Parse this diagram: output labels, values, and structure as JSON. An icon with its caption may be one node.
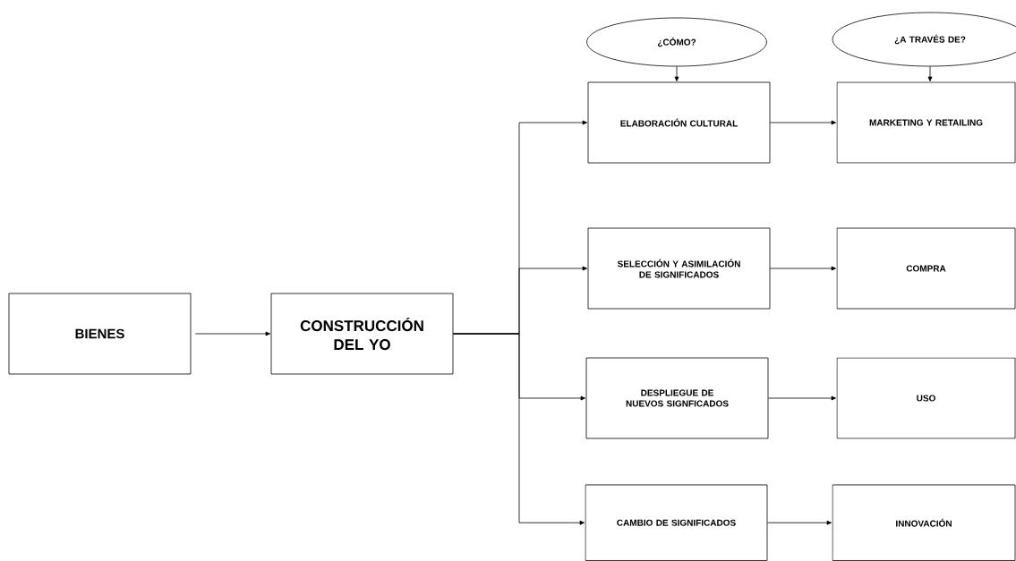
{
  "diagram": {
    "nodes": [
      {
        "text": [
          "BIENES"
        ]
      },
      {
        "text": [
          "CONSTRUCCIÓN DEL YO"
        ]
      },
      {
        "text": [
          "¿CÓMO?"
        ]
      },
      {
        "text": [
          "¿A TRAVÉS DE?"
        ]
      },
      {
        "text": [
          "ELABORACIÓN CULTURAL"
        ]
      },
      {
        "text": [
          "MARKETING Y RETAILING"
        ]
      },
      {
        "text": [
          "SELECCIÓN Y ASIMILACIÓN DE SIGNIFICADOS"
        ]
      },
      {
        "text": [
          "COMPRA"
        ]
      },
      {
        "text": [
          "DESPLIEGUE DE NUEVOS SIGNFICADOS"
        ]
      },
      {
        "text": [
          "USO"
        ]
      },
      {
        "text": [
          "CAMBIO DE SIGNIFICADOS"
        ]
      },
      {
        "text": [
          "INNOVACIÓN"
        ]
      }
    ],
    "edges": [
      {
        "from": 0,
        "to": 1,
        "arrow": "to"
      },
      {
        "from": 1,
        "to": 4,
        "arrow": "to"
      },
      {
        "from": 1,
        "to": 6,
        "arrow": "to"
      },
      {
        "from": 1,
        "to": 8,
        "arrow": "to"
      },
      {
        "from": 1,
        "to": 10,
        "arrow": "to"
      },
      {
        "from": 2,
        "to": 4,
        "arrow": "to"
      },
      {
        "from": 3,
        "to": 5,
        "arrow": "to"
      },
      {
        "from": 4,
        "to": 5,
        "arrow": "to"
      },
      {
        "from": 6,
        "to": 7,
        "arrow": "to"
      },
      {
        "from": 8,
        "to": 9,
        "arrow": "to"
      },
      {
        "from": 10,
        "to": 11,
        "arrow": "to"
      }
    ]
  }
}
